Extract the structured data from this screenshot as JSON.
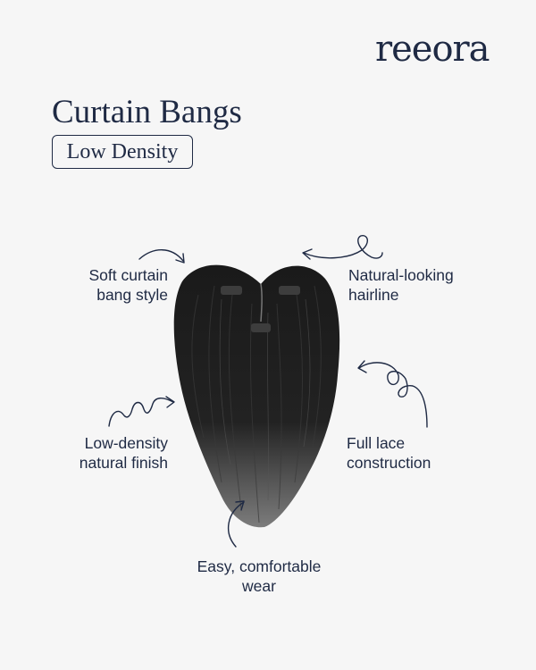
{
  "brand": {
    "logo_text": "reeora"
  },
  "header": {
    "title": "Curtain Bangs",
    "badge": "Low Density"
  },
  "features": {
    "soft": {
      "line1": "Soft curtain",
      "line2": "bang style"
    },
    "natural": {
      "line1": "Natural-looking",
      "line2": "hairline"
    },
    "low_density": {
      "line1": "Low-density",
      "line2": "natural finish"
    },
    "lace": {
      "line1": "Full lace",
      "line2": "construction"
    },
    "easy": {
      "line1": "Easy, comfortable",
      "line2": "wear"
    }
  },
  "colors": {
    "background": "#f6f6f6",
    "text": "#1f2a44",
    "hair": "#141414"
  }
}
